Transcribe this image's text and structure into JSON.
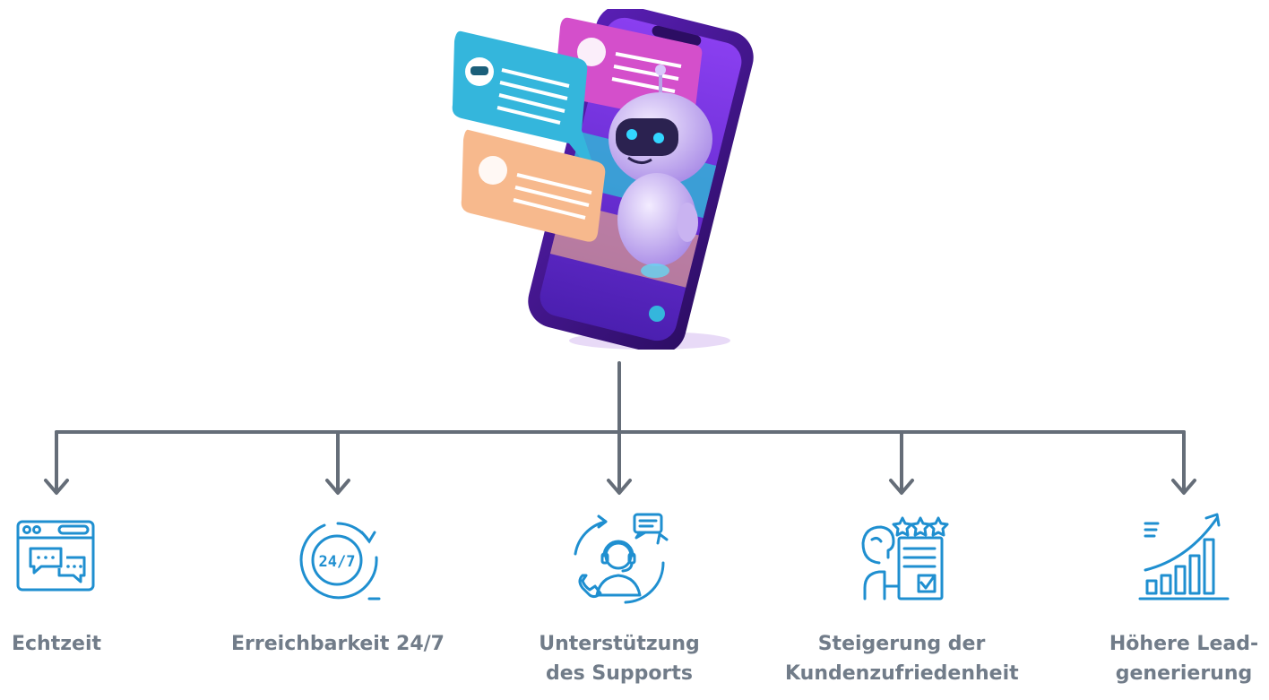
{
  "colors": {
    "connector": "#656d78",
    "icon": "#1f8fd0",
    "label": "#717c89",
    "phone_dark": "#3a1378",
    "phone_screen": "#6c2fd6",
    "bubble_cyan": "#34b6dc",
    "bubble_pink": "#d44fcb",
    "bubble_peach": "#f7b98d",
    "robot_body": "#cdb7f3"
  },
  "benefits": [
    {
      "key": "echtzeit",
      "icon": "browser-chat-icon",
      "label": "Echtzeit"
    },
    {
      "key": "erreichbarkeit",
      "icon": "clock-24-7-icon",
      "label": "Erreichbarkeit 24/7"
    },
    {
      "key": "support",
      "icon": "support-agent-icon",
      "label": "Unterstützung\ndes Supports"
    },
    {
      "key": "zufriedenheit",
      "icon": "customer-rating-icon",
      "label": "Steigerung der\nKundenzufriedenheit"
    },
    {
      "key": "lead",
      "icon": "growth-chart-icon",
      "label": "Höhere Lead-\ngenerierung"
    }
  ],
  "badges": {
    "clock_text": "24/7"
  }
}
